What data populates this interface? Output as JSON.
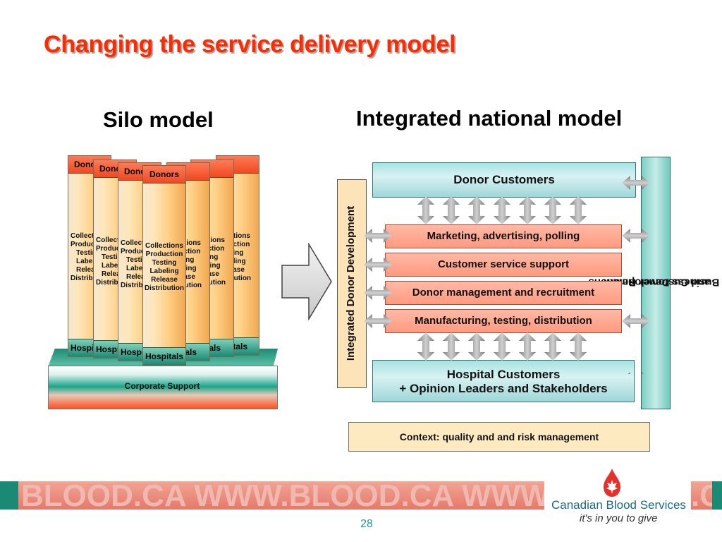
{
  "title": "Changing the service delivery model",
  "silo": {
    "heading": "Silo model",
    "columns": [
      {
        "top": "Donors",
        "lines": [
          "Collections",
          "Production",
          "Testing",
          "Labeling",
          "Release",
          "Distribution"
        ],
        "bottom": "Hospitals"
      }
    ],
    "corporate": "Corporate Support"
  },
  "integrated": {
    "heading": "Integrated national model",
    "donor_customers": "Donor Customers",
    "services": [
      "Marketing, advertising, polling",
      "Customer service support",
      "Donor management and recruitment",
      "Manufacturing, testing, distribution"
    ],
    "hospital_line1": "Hospital Customers",
    "hospital_line2": "+ Opinion Leaders and Stakeholders",
    "donor_development": "Integrated Donor Development",
    "bizdev_line1": "Business Development",
    "bizdev_line2": "and Customer Relations",
    "context": "Context: quality and and risk management"
  },
  "footer": {
    "watermark": "BLOOD.CA WWW.BLOOD.CA WWW.BLOOD.CA",
    "watermark_right": ".CA",
    "org_name": "Canadian Blood Services",
    "tagline": "it's in you to give",
    "page_number": "28"
  },
  "colors": {
    "title": "#ff2a00",
    "brand_red": "#e8302a",
    "teal": "#1a8a74",
    "salmon": "#ff9a80",
    "arrow_gray": "#9a9a9a"
  }
}
